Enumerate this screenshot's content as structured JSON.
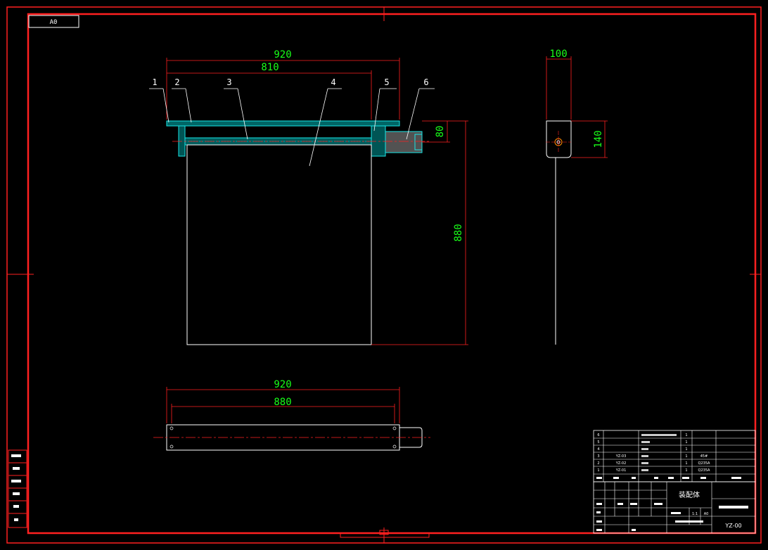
{
  "sheet": {
    "size_label": "A0"
  },
  "front_view": {
    "dims": {
      "overall_width": "920",
      "inner_width": "810",
      "side_height": "80",
      "total_height": "880"
    },
    "balloons": [
      "1",
      "2",
      "3",
      "4",
      "5",
      "6"
    ]
  },
  "side_view": {
    "dims": {
      "width": "100",
      "height": "140"
    }
  },
  "top_view": {
    "dims": {
      "overall_width": "920",
      "inner_width": "880"
    }
  },
  "bom": {
    "rows": [
      {
        "no": "6",
        "code": "",
        "name": "",
        "qty": "1",
        "material": ""
      },
      {
        "no": "5",
        "code": "",
        "name": "",
        "qty": "1",
        "material": ""
      },
      {
        "no": "4",
        "code": "",
        "name": "",
        "qty": "1",
        "material": ""
      },
      {
        "no": "3",
        "code": "YZ-03",
        "name": "",
        "qty": "1",
        "material": "45#"
      },
      {
        "no": "2",
        "code": "YZ-02",
        "name": "",
        "qty": "1",
        "material": "Q235A"
      },
      {
        "no": "1",
        "code": "YZ-01",
        "name": "",
        "qty": "1",
        "material": "Q235A"
      }
    ]
  },
  "title_block": {
    "title": "装配体",
    "scale": "1:1",
    "drawing_no": "YZ-00",
    "sheet_mark": "A0"
  }
}
